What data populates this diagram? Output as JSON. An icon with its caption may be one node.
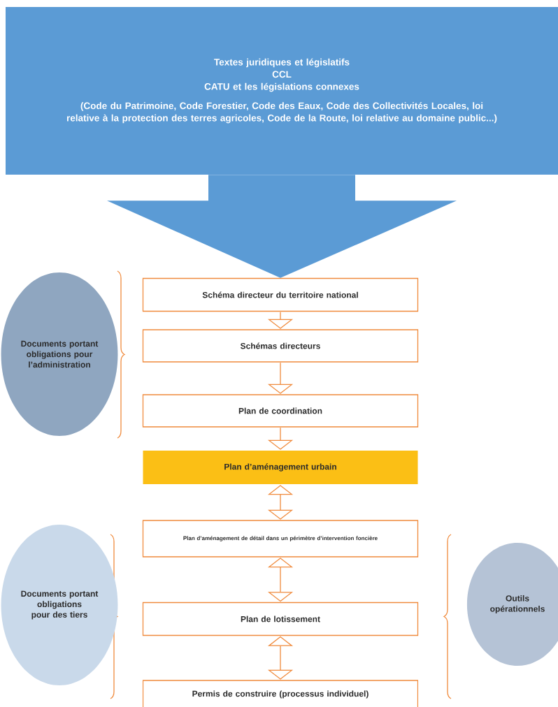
{
  "diagram": {
    "nodes": [
      {
        "text": [
          "Textes juridiques et législatifs",
          "CCL",
          "CATU et les législations connexes",
          "(Code du Patrimoine, Code Forestier, Code des Eaux, Code des Collectivités Locales, loi relative à la protection des terres agricoles, Code de la Route, loi relative au domaine public...)"
        ]
      },
      {
        "text": [
          "Schéma directeur du territoire national"
        ]
      },
      {
        "text": [
          "Schémas directeurs"
        ]
      },
      {
        "text": [
          "Plan de coordination"
        ]
      },
      {
        "text": [
          "Plan d’aménagement urbain"
        ]
      },
      {
        "text": [
          "Plan d’aménagement de détail dans un périmètre d’intervention foncière"
        ]
      },
      {
        "text": [
          "Plan de lotissement"
        ]
      },
      {
        "text": [
          "Permis de construire (processus individuel)"
        ]
      },
      {
        "text": [
          "Documents portant obligations pour l’administration"
        ]
      },
      {
        "text": [
          "Documents portant obligations pour des tiers"
        ]
      },
      {
        "text": [
          "Outils opérationnels"
        ]
      }
    ],
    "edges": [
      {
        "from": 0,
        "to": 1,
        "arrow": "to",
        "style": "thick",
        "color": "#5b9bd5"
      },
      {
        "from": 1,
        "to": 2,
        "arrow": "to"
      },
      {
        "from": 2,
        "to": 3,
        "arrow": "to"
      },
      {
        "from": 3,
        "to": 4,
        "arrow": "to"
      },
      {
        "from": 4,
        "to": 5,
        "arrow": "both"
      },
      {
        "from": 5,
        "to": 6,
        "arrow": "both"
      },
      {
        "from": 6,
        "to": 7,
        "arrow": "both"
      }
    ]
  }
}
